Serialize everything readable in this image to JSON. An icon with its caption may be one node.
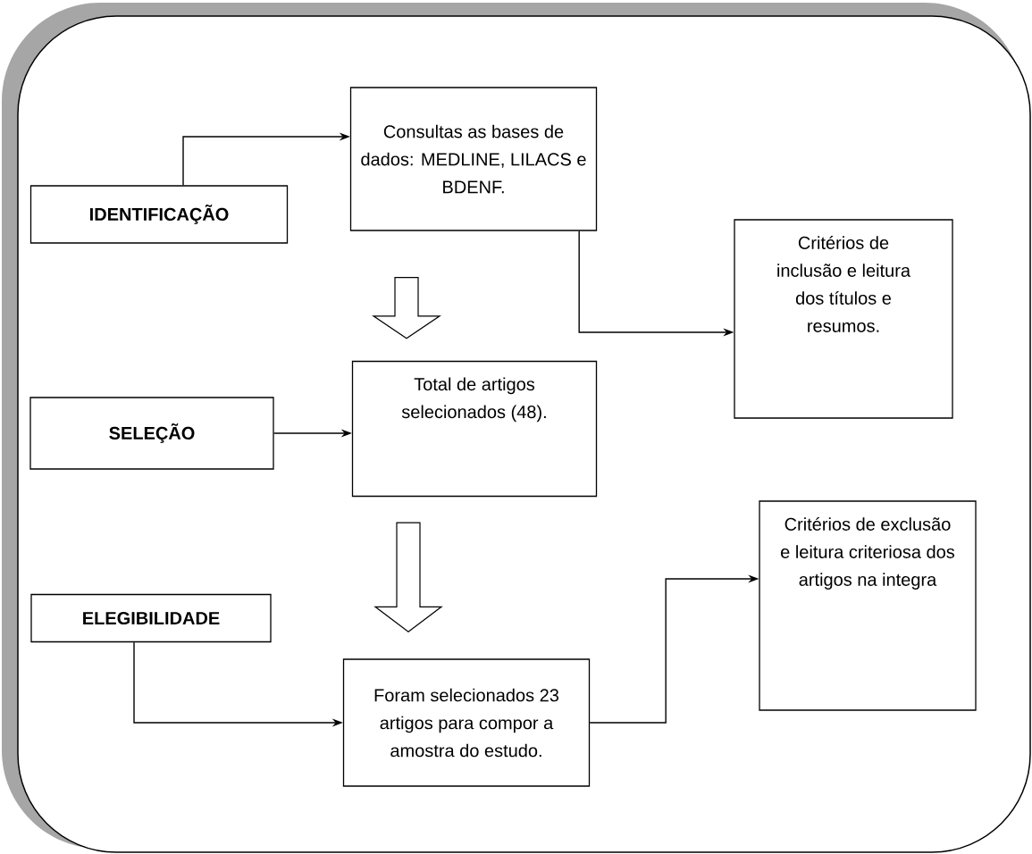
{
  "diagram": {
    "nodes": [
      {
        "text": [
          "Consultas as bases de dados: MEDLINE, LILACS e BDENF."
        ]
      },
      {
        "text": [
          "IDENTIFICAÇÃO"
        ]
      },
      {
        "text": [
          "Critérios de inclusão e leitura dos títulos e resumos."
        ]
      },
      {
        "text": [
          "SELEÇÃO"
        ]
      },
      {
        "text": [
          "Total de artigos selecionados (48)."
        ]
      },
      {
        "text": [
          "Critérios de exclusão e leitura criteriosa dos artigos na integra"
        ]
      },
      {
        "text": [
          "ELEGIBILIDADE"
        ]
      },
      {
        "text": [
          "Foram selecionados 23 artigos para compor a amostra do estudo."
        ]
      }
    ],
    "edges": [
      {
        "from": 1,
        "to": 0,
        "arrow": "to"
      },
      {
        "from": 0,
        "to": 4,
        "arrow": "to",
        "style": "thick"
      },
      {
        "from": 0,
        "to": 2,
        "arrow": "to"
      },
      {
        "from": 3,
        "to": 4,
        "arrow": "to"
      },
      {
        "from": 4,
        "to": 7,
        "arrow": "to",
        "style": "thick"
      },
      {
        "from": 7,
        "to": 5,
        "arrow": "to"
      },
      {
        "from": 6,
        "to": 7,
        "arrow": "to"
      }
    ]
  }
}
